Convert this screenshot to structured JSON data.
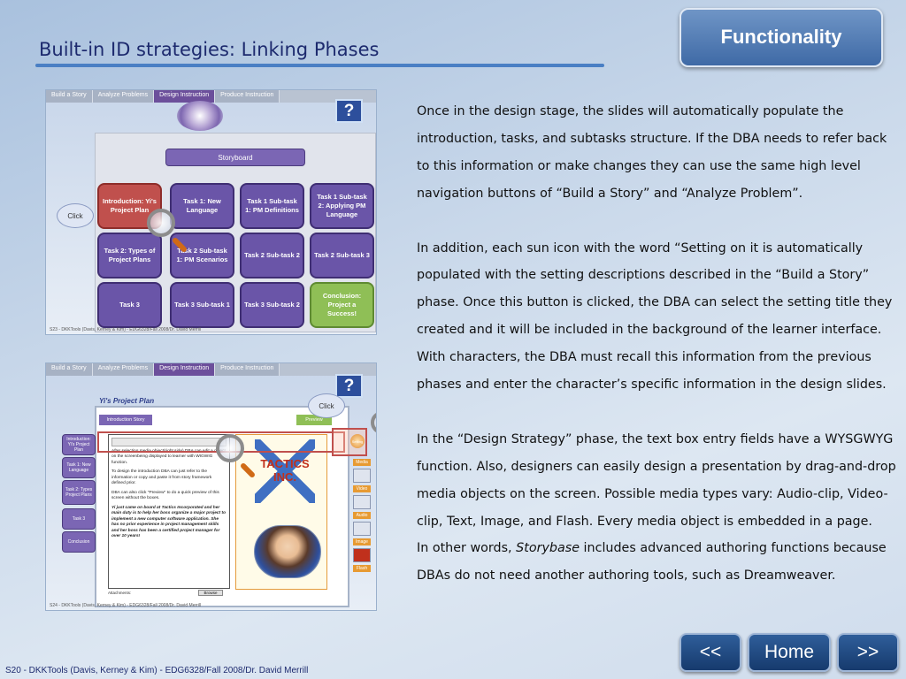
{
  "slide": {
    "title": "Built-in ID strategies: Linking Phases",
    "functionality_label": "Functionality"
  },
  "screenshot1": {
    "tabs": [
      "Build a Story",
      "Analyze Problems",
      "Design Instruction",
      "Produce Instruction"
    ],
    "active_tab": "Design Instruction",
    "help_label": "?",
    "storyboard_label": "Storyboard",
    "click_label": "Click",
    "cells": [
      "Introduction: Yi's Project Plan",
      "Task 1: New Language",
      "Task 1 Sub-task 1: PM Definitions",
      "Task 1 Sub-task 2: Applying PM Language",
      "Task 2: Types of Project Plans",
      "Task 2 Sub-task 1: PM Scenarios",
      "Task 2 Sub-task 2",
      "Task 2 Sub-task 3",
      "Task 3",
      "Task 3 Sub-task 1",
      "Task 3 Sub-task 2",
      "Conclusion: Project a Success!"
    ],
    "footer": "S23 - DKKTools (Davis, Kerney & Kim) - EDG6328/Fall 2008/Dr. David Merrill"
  },
  "screenshot2": {
    "tabs": [
      "Build a Story",
      "Analyze Problems",
      "Design Instruction",
      "Produce Instruction"
    ],
    "active_tab": "Design Instruction",
    "help_label": "?",
    "page_title": "Yi's Project Plan",
    "click_label": "Click",
    "intro_tab": "Introduction Story",
    "preview_label": "Preview",
    "left_nav": [
      "Introduction: Yi's Project Plan",
      "Task 1: New Language",
      "Task 2: Types Project Plans",
      "Task 3",
      "Conclusion"
    ],
    "editor_paragraphs": [
      "After selecting media object(right side) DBA can edit a object on the screenbeing displayed to learner with WIGWIG function.",
      "To design the introduction DBA can just refer to the information or copy and paste it from story framework defined prior.",
      "DBA can also click \"Preview\" to do a quick preview of this screen without the boxes."
    ],
    "editor_story": "Yi just came on board at Tactics Incorporated and her main duty is to help her boss organize a major project to implement a new computer software application. She has no prior experience in project management skills and her boss has been a certified project manager for over 10 years!",
    "logo_text": "TACTICS INC.",
    "setting_label": "Setting",
    "media_labels": [
      "Media",
      "Video",
      "Audio",
      "Image",
      "Flash"
    ],
    "attachments_label": "Attachments:",
    "browse_label": "Browse",
    "footer": "S24 - DKKTools (Davis, Kerney & Kim) - EDG6328/Fall 2008/Dr. David Merrill"
  },
  "body": {
    "p1": "Once in the design stage, the slides will automatically populate  the introduction, tasks, and subtasks structure. If the DBA needs to refer back to this information or make changes they can use the same high level navigation buttons of “Build a Story” and “Analyze Problem”.",
    "p2": "In addition, each sun icon with the word “Setting on it is automatically populated with the setting descriptions described in the “Build a Story” phase. Once this button is clicked, the DBA can select the setting title they created and it will be included in the background of the learner interface.  With characters, the DBA  must recall this information from the previous phases and enter the character’s specific information in the design slides.",
    "p3": "In the “Design Strategy” phase, the text box entry fields have a WYSGWYG function. Also, designers can easily design a presentation by drag-and-drop media objects on the screen. Possible media types vary: Audio-clip, Video-clip, Text, Image, and Flash.  Every media  object is embedded  in a page.",
    "p4_prefix": "In other words,  ",
    "p4_emph": "Storybase",
    "p4_suffix": " includes advanced authoring functions because DBAs do not need another authoring tools, such as Dreamweaver."
  },
  "nav": {
    "prev": "<<",
    "home": "Home",
    "next": ">>"
  },
  "footer": "S20 - DKKTools  (Davis, Kerney & Kim) - EDG6328/Fall 2008/Dr. David Merrill"
}
